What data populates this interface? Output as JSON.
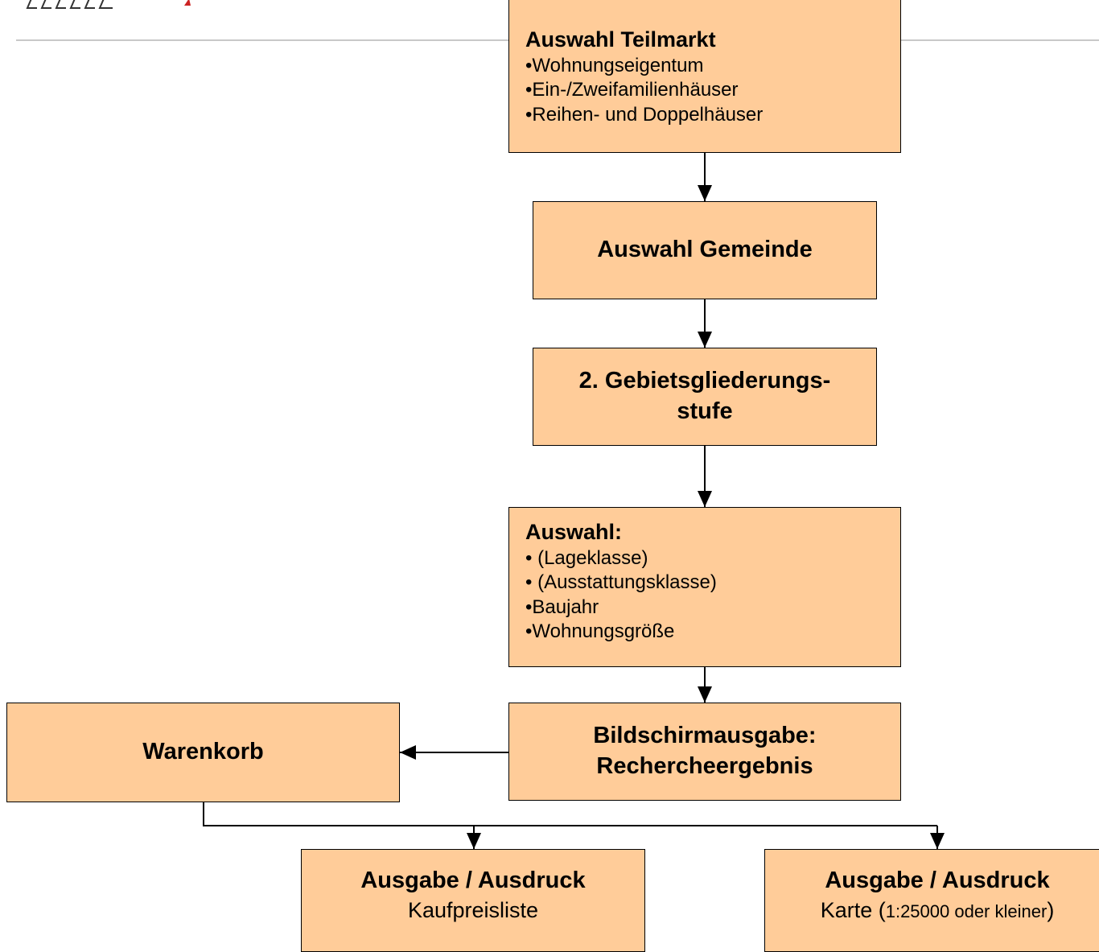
{
  "boxes": {
    "teilmarkt": {
      "title": "Auswahl Teilmarkt",
      "items": [
        "•Wohnungseigentum",
        "•Ein-/Zweifamilienhäuser",
        "•Reihen- und Doppelhäuser"
      ]
    },
    "gemeinde": {
      "title": "Auswahl Gemeinde"
    },
    "gebiet": {
      "line1": "2. Gebietsgliederungs-",
      "line2": "stufe"
    },
    "auswahl": {
      "title": "Auswahl:",
      "items": [
        "• (Lageklasse)",
        "• (Ausstattungsklasse)",
        "•Baujahr",
        "•Wohnungsgröße"
      ]
    },
    "bildschirm": {
      "line1": "Bildschirmausgabe:",
      "line2": "Rechercheergebnis"
    },
    "warenkorb": {
      "title": "Warenkorb"
    },
    "kaufpreis": {
      "title": "Ausgabe / Ausdruck",
      "subtitle": "Kaufpreisliste"
    },
    "karte": {
      "title": "Ausgabe / Ausdruck",
      "subtitle_a": "Karte (",
      "subtitle_b": "1:25000 oder kleiner",
      "subtitle_c": ")"
    }
  },
  "colors": {
    "box_fill": "#ffcc99",
    "stroke": "#000000",
    "rule": "#c8c8c8",
    "logo_accent": "#cc2222"
  }
}
